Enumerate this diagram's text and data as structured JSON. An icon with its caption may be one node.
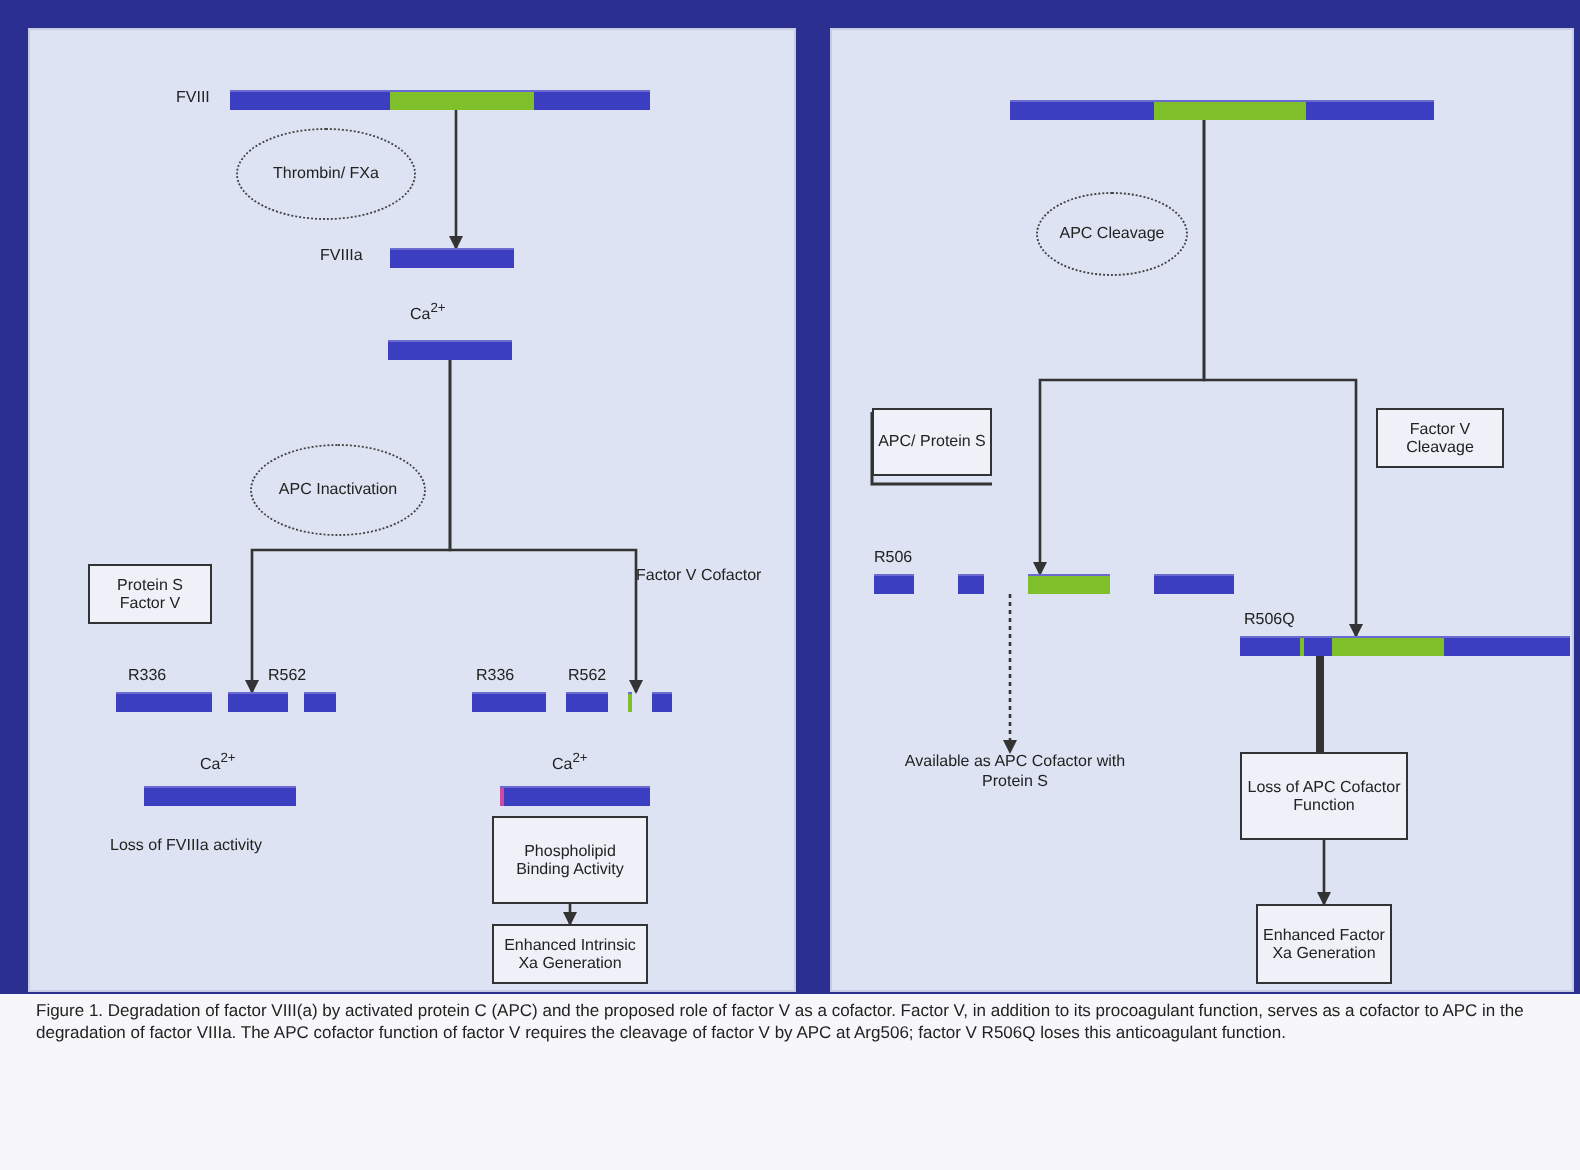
{
  "diagram": {
    "caption": "Figure 1. Degradation of factor VIII(a) by activated protein C (APC) and the proposed role of factor V as a cofactor. Factor V, in addition to its procoagulant function, serves as a cofactor to APC in the degradation of factor VIIIa. The APC cofactor function of factor V requires the cleavage of factor V by APC at Arg506; factor V R506Q loses this anticoagulant function.",
    "nodes": [
      {
        "text": [],
        "shape": "bar",
        "beside": [
          "FVIII"
        ]
      },
      {
        "text": [
          "Thrombin/ FXa"
        ]
      },
      {
        "text": [],
        "shape": "bar",
        "beside": [
          "FVIIIa"
        ]
      },
      {
        "text": [],
        "shape": "bar"
      },
      {
        "text": [
          "APC Inactivation"
        ]
      },
      {
        "text": [
          "Protein S Factor V"
        ]
      },
      {
        "text": [],
        "shape": "bar",
        "beside": [
          "R336",
          "R562"
        ]
      },
      {
        "text": [],
        "shape": "bar",
        "beside": [
          "R336",
          "R562"
        ]
      },
      {
        "text": [],
        "shape": "bar"
      },
      {
        "text": [],
        "shape": "bar"
      },
      {
        "text": [
          "Phospholipid Binding Activity"
        ]
      },
      {
        "text": [
          "Enhanced Intrinsic Xa Generation"
        ]
      },
      {
        "text": [],
        "shape": "bar"
      },
      {
        "text": [
          "APC Cleavage"
        ]
      },
      {
        "text": [
          "APC/ Protein S"
        ]
      },
      {
        "text": [
          "Factor V Cleavage"
        ]
      },
      {
        "text": [],
        "shape": "bar",
        "beside": [
          "R506"
        ]
      },
      {
        "text": [],
        "shape": "bar",
        "beside": [
          "R506Q"
        ]
      },
      {
        "text": [
          "Available as APC Cofactor with Protein S"
        ]
      },
      {
        "text": [
          "Loss of APC Cofactor Function"
        ]
      },
      {
        "text": [
          "Enhanced Factor Xa Generation"
        ]
      }
    ],
    "edges": [
      {
        "from": 0,
        "to": 2,
        "arrow": "to"
      },
      {
        "from": 3,
        "to": 6,
        "arrow": "to"
      },
      {
        "from": 3,
        "to": 7,
        "arrow": "to"
      },
      {
        "from": 10,
        "to": 11,
        "arrow": "to"
      },
      {
        "from": 12,
        "to": 16,
        "arrow": "to"
      },
      {
        "from": 12,
        "to": 17,
        "arrow": "to"
      },
      {
        "from": 16,
        "to": 18,
        "arrow": "to",
        "style": "dashed"
      },
      {
        "from": 17,
        "to": 19,
        "arrow": "none",
        "style": "thick"
      },
      {
        "from": 19,
        "to": 20,
        "arrow": "to"
      }
    ],
    "labels": [
      "Ca$^{2+}$",
      "Factor V Cofactor",
      "Ca$^{2+}$",
      "Ca$^{2+}$",
      "Loss of FVIIIa activity"
    ]
  }
}
